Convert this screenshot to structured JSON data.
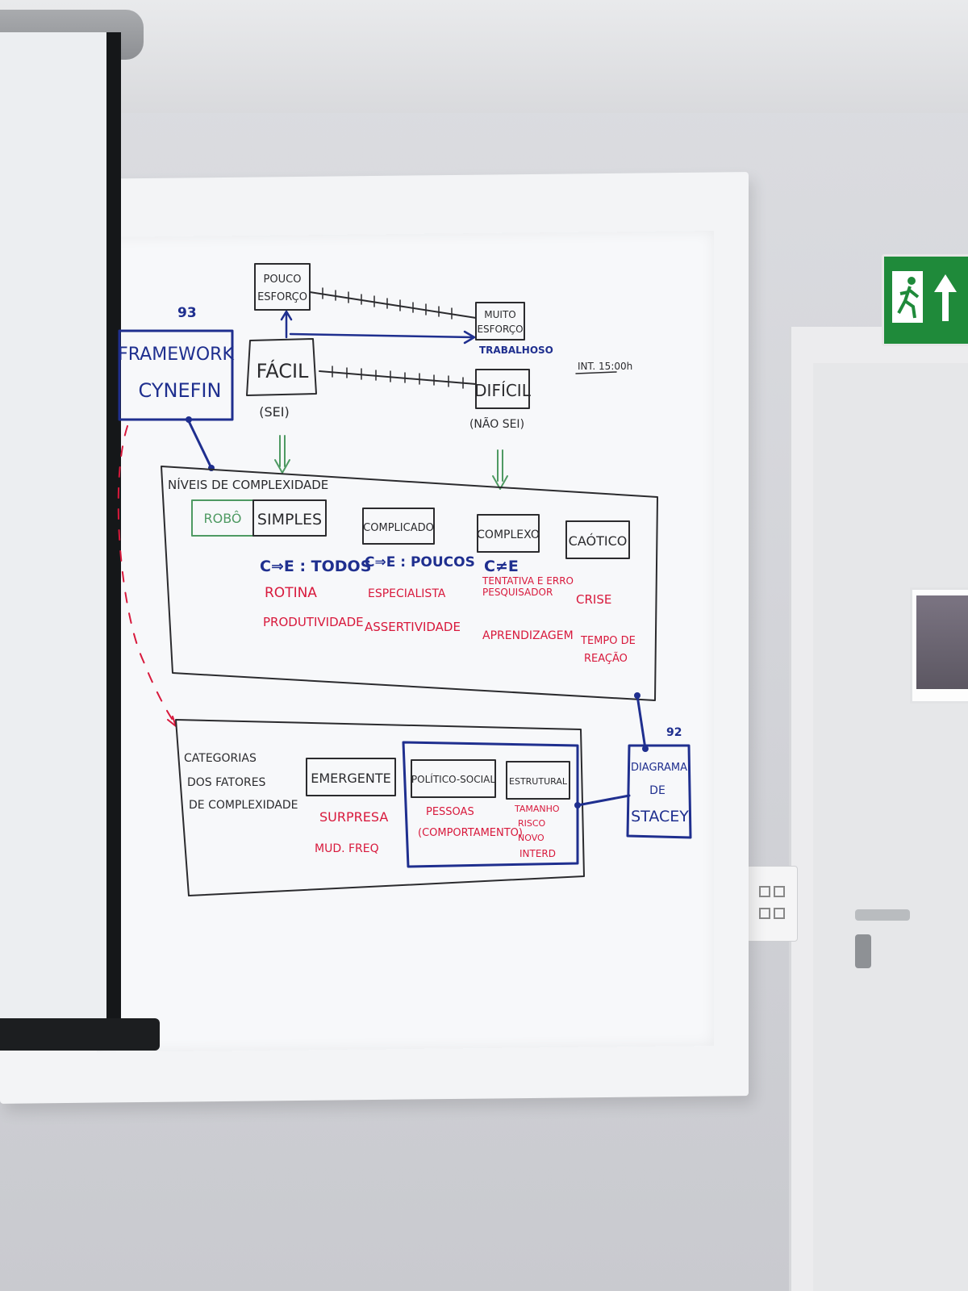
{
  "whiteboard": {
    "framework": [
      "FRAMEWORK",
      "CYNEFIN"
    ],
    "framework_num": "93",
    "effort": {
      "pouco": [
        "POUCO",
        "ESFORÇO"
      ],
      "muito": [
        "MUITO",
        "ESFORÇO"
      ],
      "trabalhoso": "TRABALHOSO",
      "facil": "FÁCIL",
      "dificil": "DIFÍCIL",
      "sei": "(SEI)",
      "nao_sei": "(NÃO SEI)"
    },
    "interval": "INT. 15:00h",
    "niveis": {
      "title": "NÍVEIS DE COMPLEXIDADE",
      "robo": "ROBÔ",
      "simples": {
        "label": "SIMPLES",
        "cause": "C⇒E : TODOS",
        "items": [
          "ROTINA",
          "PRODUTIVIDADE"
        ]
      },
      "complicado": {
        "label": "COMPLICADO",
        "cause": "C⇒E : POUCOS",
        "items": [
          "ESPECIALISTA",
          "ASSERTIVIDADE"
        ]
      },
      "complexo": {
        "label": "COMPLEXO",
        "cause": "C≠E",
        "items": [
          "TENTATIVA E ERRO",
          "PESQUISADOR",
          "APRENDIZAGEM"
        ]
      },
      "caotico": {
        "label": "CAÓTICO",
        "items": [
          "CRISE",
          "TEMPO DE",
          "REAÇÃO"
        ]
      }
    },
    "categorias": {
      "title": [
        "CATEGORIAS",
        "DOS FATORES",
        "DE COMPLEXIDADE"
      ],
      "emergente": {
        "label": "EMERGENTE",
        "items": [
          "SURPRESA",
          "MUD. FREQ"
        ]
      },
      "politico": {
        "label": "POLÍTICO-SOCIAL",
        "items": [
          "PESSOAS",
          "(COMPORTAMENTO)"
        ]
      },
      "estrutural": {
        "label": "ESTRUTURAL",
        "items": [
          "TAMANHO",
          "RISCO",
          "NOVO",
          "INTERD"
        ]
      }
    },
    "stacey": {
      "num": "92",
      "lines": [
        "DIAGRAMA",
        "DE",
        "STACEY"
      ]
    }
  },
  "colors": {
    "blue": "#1f2f8f",
    "red": "#d8193c",
    "black": "#2b2b2e",
    "green": "#4f9a63",
    "exit_green": "#1f8a3a"
  },
  "icons": {
    "exit_sign": "running-man-arrow-up-icon"
  }
}
